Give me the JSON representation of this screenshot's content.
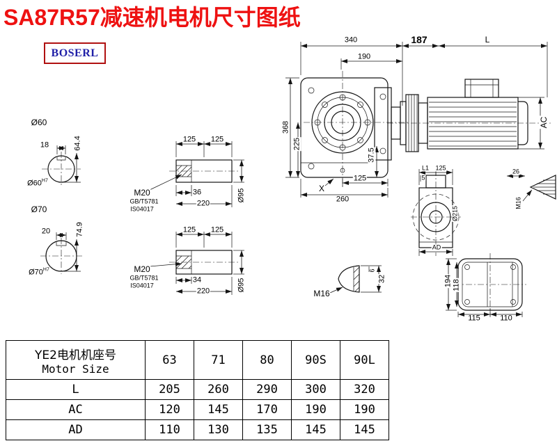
{
  "page": {
    "title": "SA87R57减速机电机尺寸图纸",
    "logo": "BOSERL"
  },
  "dims": {
    "d340": "340",
    "d190": "190",
    "d187": "187",
    "dL": "L",
    "d368": "368",
    "d225": "225",
    "dAC": "AC",
    "d375": "37.5",
    "d125": "125",
    "d260": "260",
    "dX": "X"
  },
  "shaft60": {
    "title": "Ø60",
    "key_width": "18",
    "height": "64.4",
    "fit": "Ø60",
    "fit_tol": "H7"
  },
  "shaft70": {
    "title": "Ø70",
    "key_width": "20",
    "height": "74.9",
    "fit": "Ø70",
    "fit_tol": "H7"
  },
  "shaft_side_1": {
    "p1": "125",
    "p2": "125",
    "thread": "M20",
    "std1": "GB/T5781",
    "std2": "IS04017",
    "key_len": "36",
    "total_len": "220",
    "dia": "Ø95"
  },
  "shaft_side_2": {
    "p1": "125",
    "p2": "125",
    "thread": "M20",
    "std1": "GB/T5781",
    "std2": "IS04017",
    "key_len": "34",
    "total_len": "220",
    "dia": "Ø95"
  },
  "side_view": {
    "L1": "L1",
    "d125": "125",
    "d5": "5",
    "d26": "26",
    "m16": "M16",
    "dia": "Ø215",
    "AD": "AD"
  },
  "rear_view": {
    "d194": "194",
    "d118": "118",
    "d115": "115",
    "d110": "110"
  },
  "plug": {
    "d6": "6",
    "d32": "32",
    "m16": "M16"
  },
  "table": {
    "header_cn": "YE2电机机座号",
    "header_en": "Motor Size",
    "sizes": [
      "63",
      "71",
      "80",
      "90S",
      "90L"
    ],
    "rows": [
      {
        "label": "L",
        "values": [
          "205",
          "260",
          "290",
          "300",
          "320"
        ]
      },
      {
        "label": "AC",
        "values": [
          "120",
          "145",
          "170",
          "190",
          "190"
        ]
      },
      {
        "label": "AD",
        "values": [
          "110",
          "130",
          "135",
          "145",
          "145"
        ]
      }
    ]
  }
}
